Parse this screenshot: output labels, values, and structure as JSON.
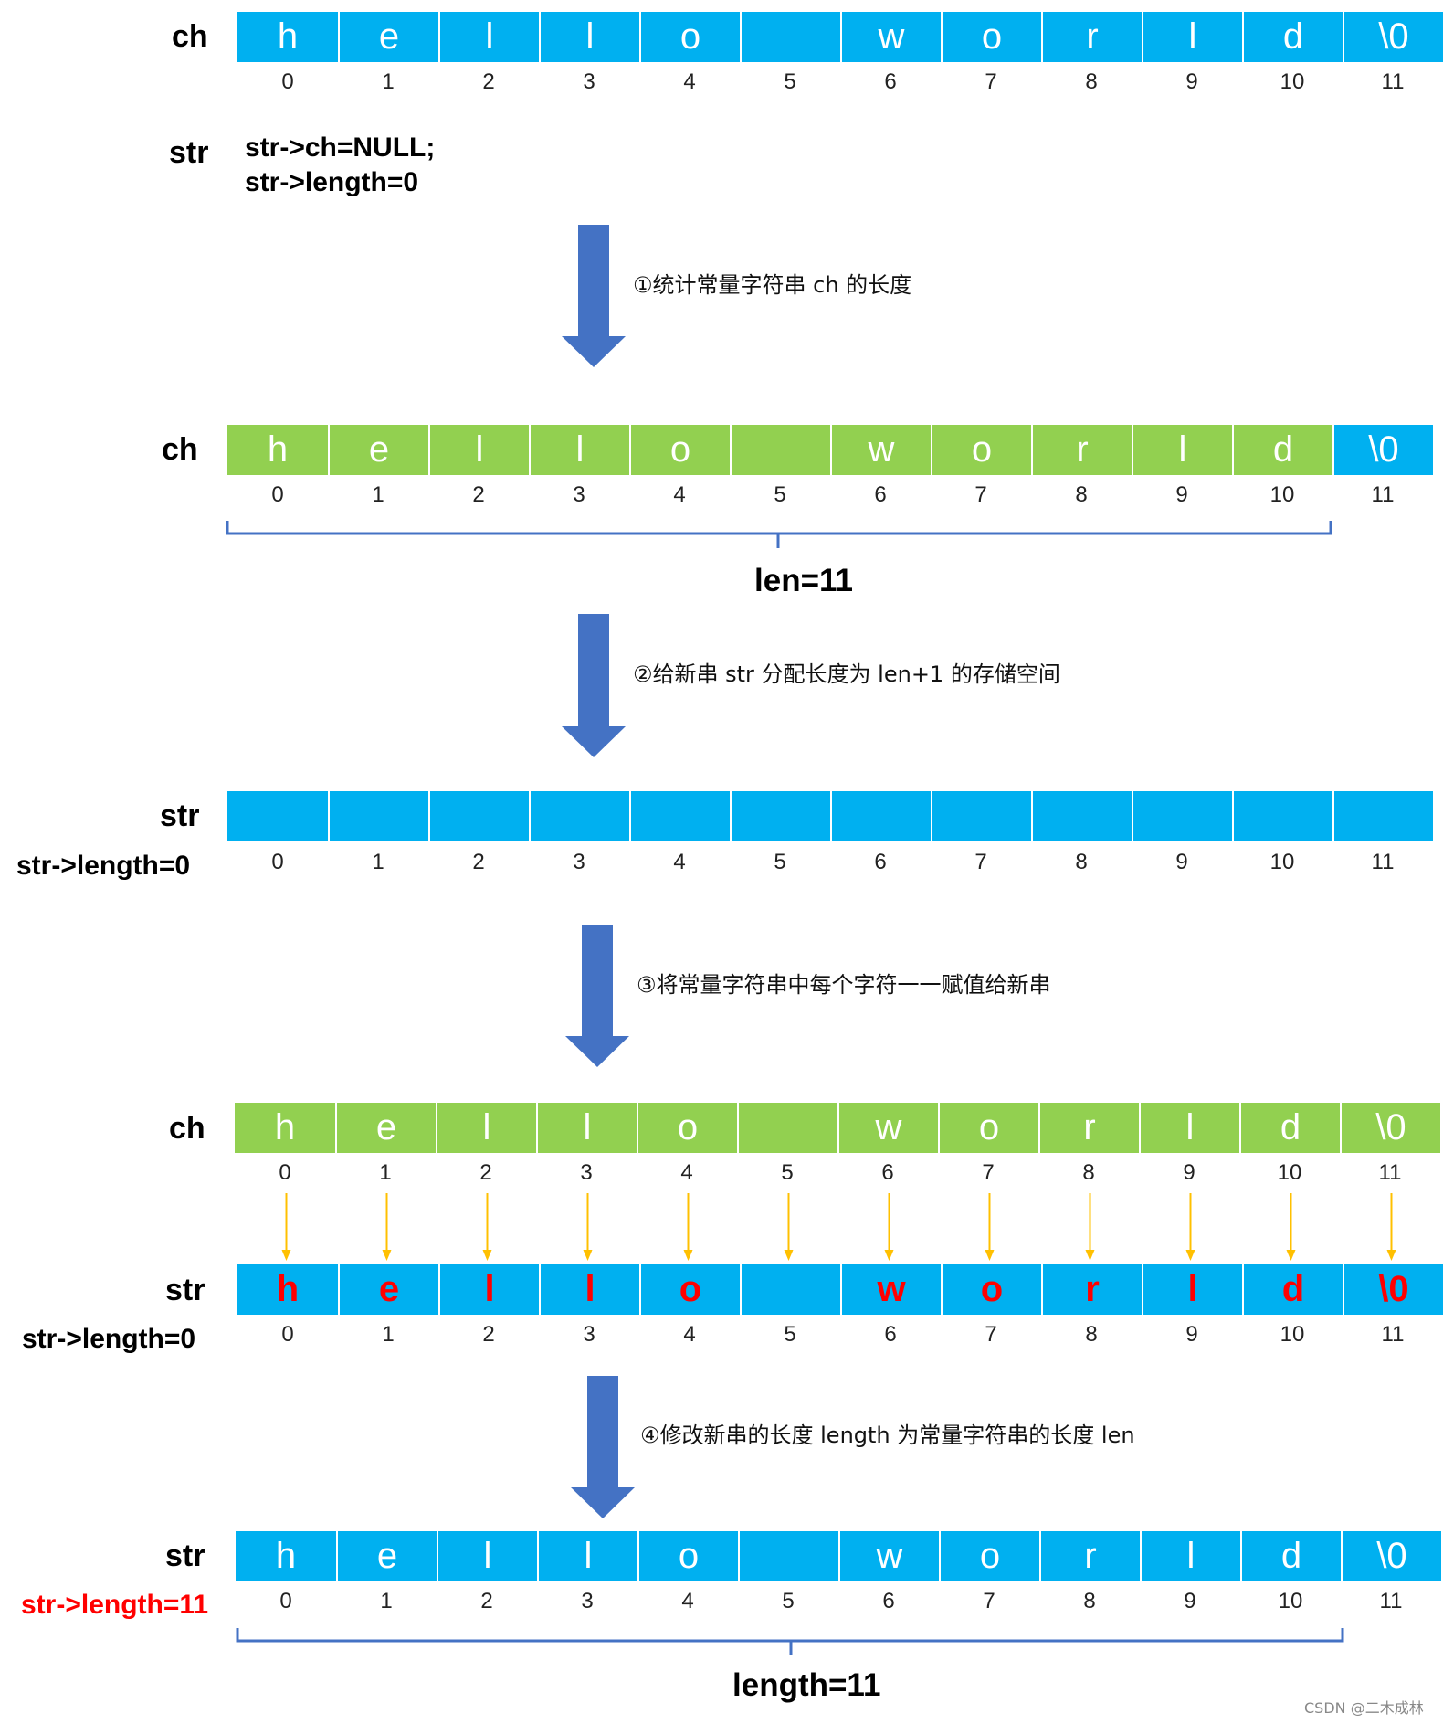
{
  "chars": [
    "h",
    "e",
    "l",
    "l",
    "o",
    "",
    "w",
    "o",
    "r",
    "l",
    "d",
    "\\0"
  ],
  "indices": [
    "0",
    "1",
    "2",
    "3",
    "4",
    "5",
    "6",
    "7",
    "8",
    "9",
    "10",
    "11"
  ],
  "colors": {
    "blue": "#00b0f0",
    "green": "#92d050",
    "arrow": "#4472c4",
    "brace": "#4472c4",
    "copy_arrow": "#ffc000",
    "highlight": "#ff0000"
  },
  "section1": {
    "ch_label": "ch",
    "str_label": "str",
    "code_line1": "str->ch=NULL;",
    "code_line2": "str->length=0"
  },
  "step1": {
    "text": "①统计常量字符串 ch 的长度"
  },
  "section2": {
    "ch_label": "ch",
    "len_caption": "len=11"
  },
  "step2": {
    "text": "②给新串 str 分配长度为 len+1 的存储空间"
  },
  "section3": {
    "str_label": "str",
    "length_label": "str->length=0"
  },
  "step3": {
    "text": "③将常量字符串中每个字符一一赋值给新串"
  },
  "section4": {
    "ch_label": "ch",
    "str_label": "str",
    "length_label": "str->length=0"
  },
  "step4": {
    "text": "④修改新串的长度 length 为常量字符串的长度 len"
  },
  "section5": {
    "str_label": "str",
    "length_label": "str->length=11",
    "length_caption": "length=11"
  },
  "watermark": "CSDN @二木成林"
}
